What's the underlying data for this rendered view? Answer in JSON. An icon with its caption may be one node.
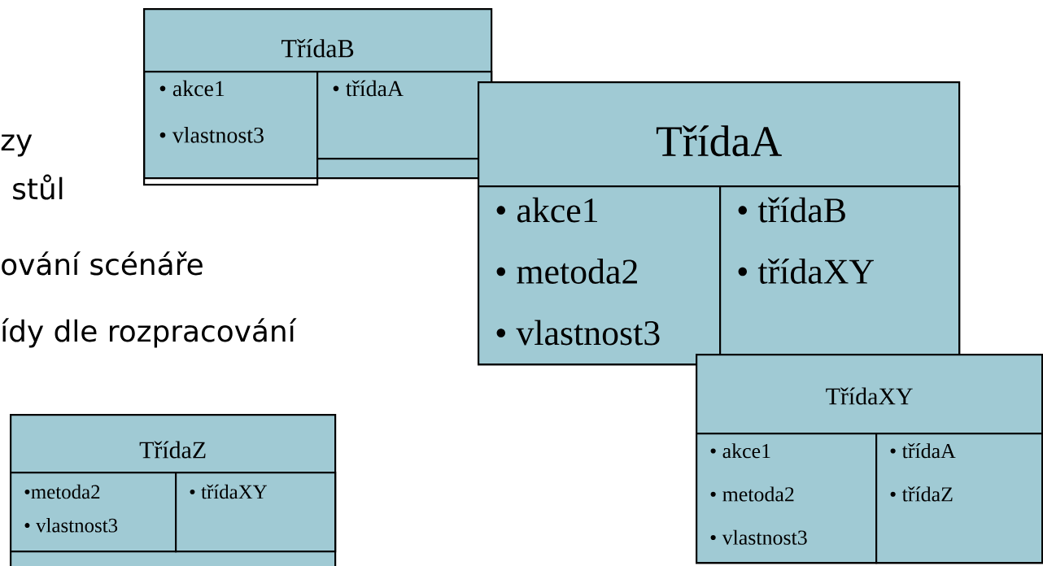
{
  "diagram": {
    "nodes": [
      {
        "text": [
          "TřídaB"
        ]
      },
      {
        "text": [
          "• akce1",
          "• vlastnost3"
        ],
        "in": 0
      },
      {
        "text": [
          "• třídaA"
        ],
        "in": 0
      },
      {
        "text": [
          "TřídaA"
        ]
      },
      {
        "text": [
          "• akce1",
          "• metoda2",
          "• vlastnost3"
        ],
        "in": 3
      },
      {
        "text": [
          "• třídaB",
          "• třídaXY"
        ],
        "in": 3
      },
      {
        "text": [
          "TřídaXY"
        ]
      },
      {
        "text": [
          "• akce1",
          "• metoda2",
          "• vlastnost3"
        ],
        "in": 6
      },
      {
        "text": [
          "• třídaA",
          "• třídaZ"
        ],
        "in": 6
      },
      {
        "text": [
          "TřídaZ"
        ]
      },
      {
        "text": [
          "•metoda2",
          "• vlastnost3"
        ],
        "in": 9
      },
      {
        "text": [
          "• třídaXY"
        ],
        "in": 9
      }
    ],
    "labels": [
      "zy",
      "stůl",
      "ování scénáře",
      "ídy dle rozpracování"
    ]
  }
}
